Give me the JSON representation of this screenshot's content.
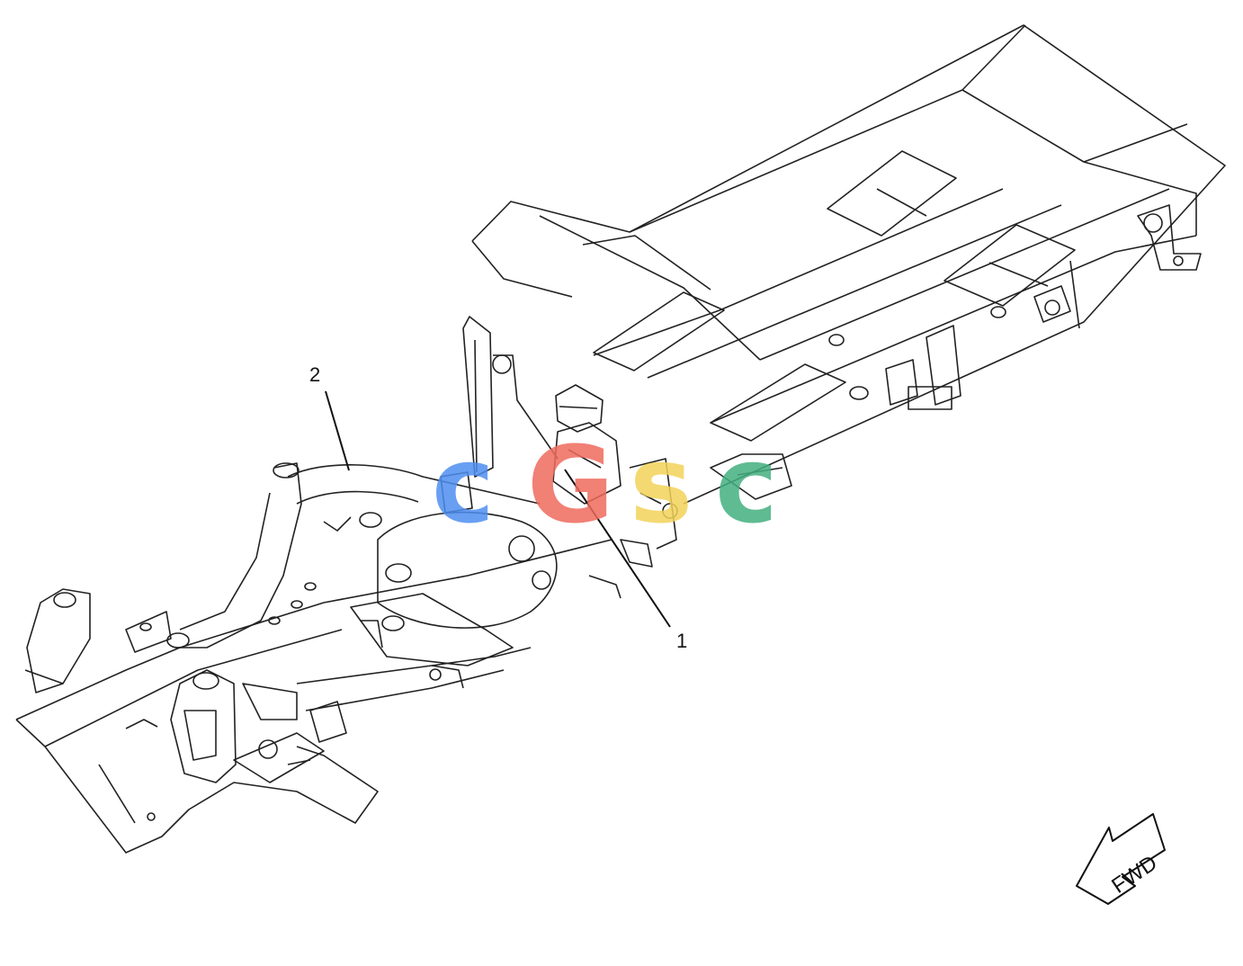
{
  "callouts": {
    "part_1": "1",
    "part_2": "2"
  },
  "direction_indicator": {
    "label": "FWD"
  },
  "watermark": {
    "letters": [
      "c",
      "G",
      "s",
      "c"
    ],
    "colors": [
      "#4f8ff0",
      "#ef6b5d",
      "#f3d35a",
      "#44b07f"
    ]
  },
  "colors": {
    "line": "#222222",
    "background": "#ffffff"
  }
}
